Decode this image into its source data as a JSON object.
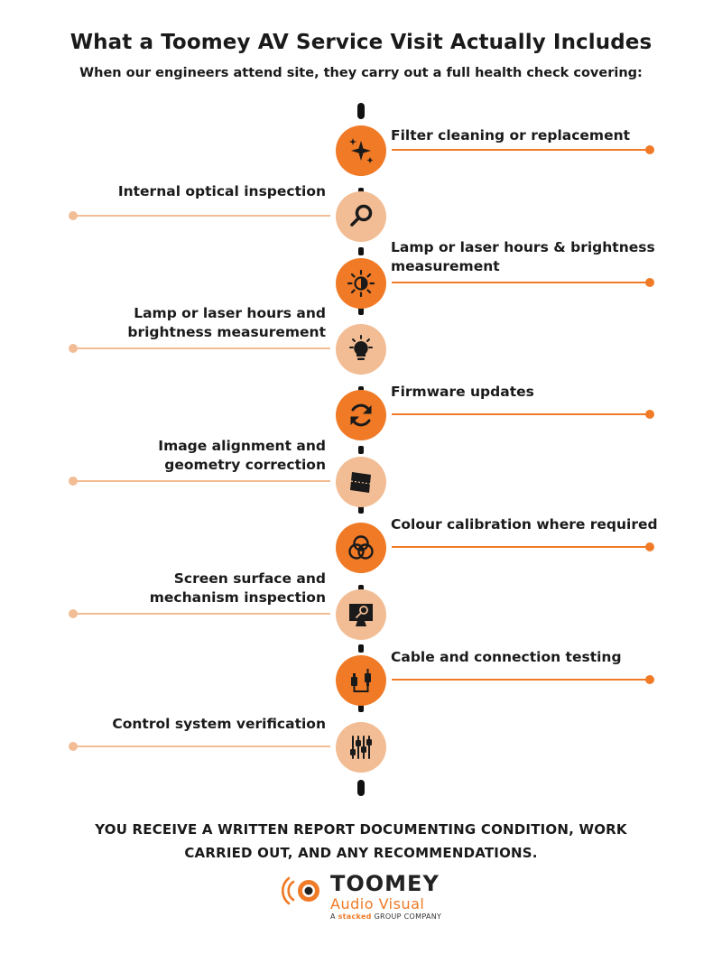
{
  "title": "What a Toomey AV Service Visit Actually Includes",
  "subtitle": "When our engineers attend site, they carry out a full health check covering:",
  "items": [
    {
      "label": "Filter cleaning or replacement",
      "side": "right",
      "icon": "sparkle-icon"
    },
    {
      "label": "Internal optical inspection",
      "side": "left",
      "icon": "magnifier-icon"
    },
    {
      "label": "Lamp or laser hours & brightness measurement",
      "side": "right",
      "icon": "brightness-icon"
    },
    {
      "label": "Lamp or laser hours and brightness measurement",
      "side": "left",
      "icon": "lightbulb-icon"
    },
    {
      "label": "Firmware updates",
      "side": "right",
      "icon": "refresh-icon"
    },
    {
      "label": "Image alignment and geometry correction",
      "side": "left",
      "icon": "geometry-icon"
    },
    {
      "label": "Colour calibration where required",
      "side": "right",
      "icon": "color-circles-icon"
    },
    {
      "label": "Screen surface and mechanism inspection",
      "side": "left",
      "icon": "screen-inspect-icon"
    },
    {
      "label": "Cable and connection testing",
      "side": "right",
      "icon": "cable-icon"
    },
    {
      "label": "Control system verification",
      "side": "left",
      "icon": "sliders-icon"
    }
  ],
  "footer_text": "YOU RECEIVE A WRITTEN REPORT DOCUMENTING CONDITION, WORK CARRIED OUT, AND ANY RECOMMENDATIONS.",
  "logo": {
    "brand": "TOOMEY",
    "sub": "Audio Visual",
    "tag_prefix": "A",
    "tag_accent": "stacked",
    "tag_suffix": "GROUP COMPANY"
  },
  "colors": {
    "accent": "#f07a26",
    "accent_light": "#f2bd94",
    "spine": "#111111"
  }
}
